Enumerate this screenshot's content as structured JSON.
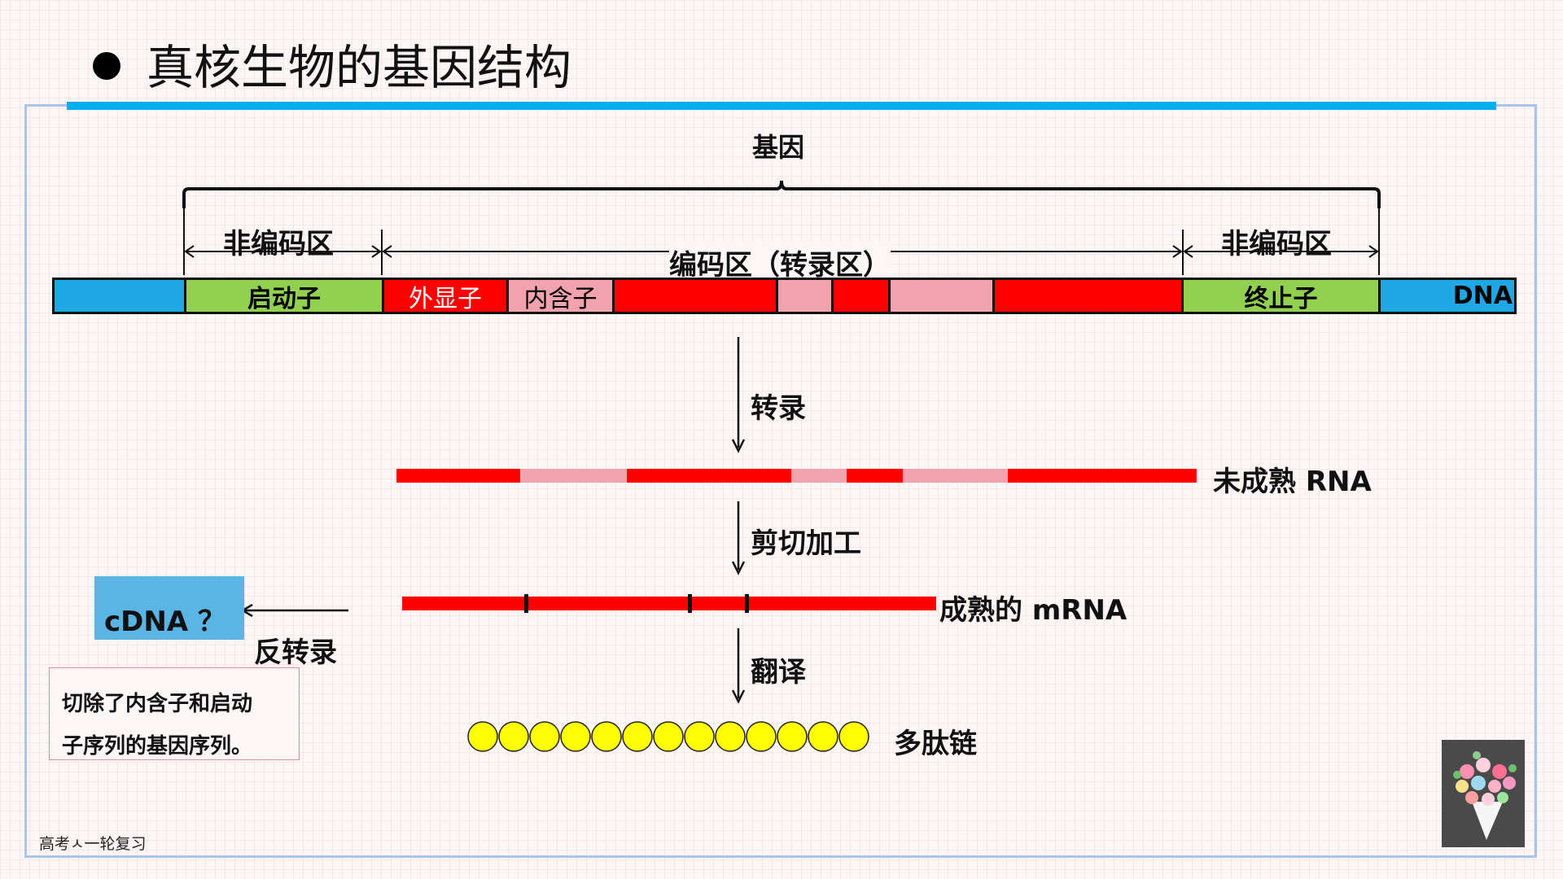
{
  "title": "真核生物的基因结构",
  "gene_label": "基因",
  "regions": {
    "noncoding_left": "非编码区",
    "coding": "编码区（转录区）",
    "noncoding_right": "非编码区"
  },
  "dna_segments": {
    "promoter": "启动子",
    "exon": "外显子",
    "intron": "内含子",
    "terminator": "终止子",
    "dna": "DNA"
  },
  "steps": {
    "transcription": "转录",
    "splicing": "剪切加工",
    "translation": "翻译",
    "reverse_transcription": "反转录"
  },
  "products": {
    "immature_rna": "未成熟 RNA",
    "mature_mrna": "成熟的 mRNA",
    "polypeptide": "多肽链",
    "cdna": "cDNA ？"
  },
  "note": {
    "line1": "切除了内含子和启动",
    "line2": "子序列的基因序列。"
  },
  "footer": "高考ㅅ一轮复习",
  "polypeptide_bead_count": 13,
  "colors": {
    "blue": "#1ea8e6",
    "green": "#92d050",
    "exon": "#ff0000",
    "intron": "#f2a2ad",
    "bead": "#ffff00",
    "accent_rule": "#00aeef"
  }
}
